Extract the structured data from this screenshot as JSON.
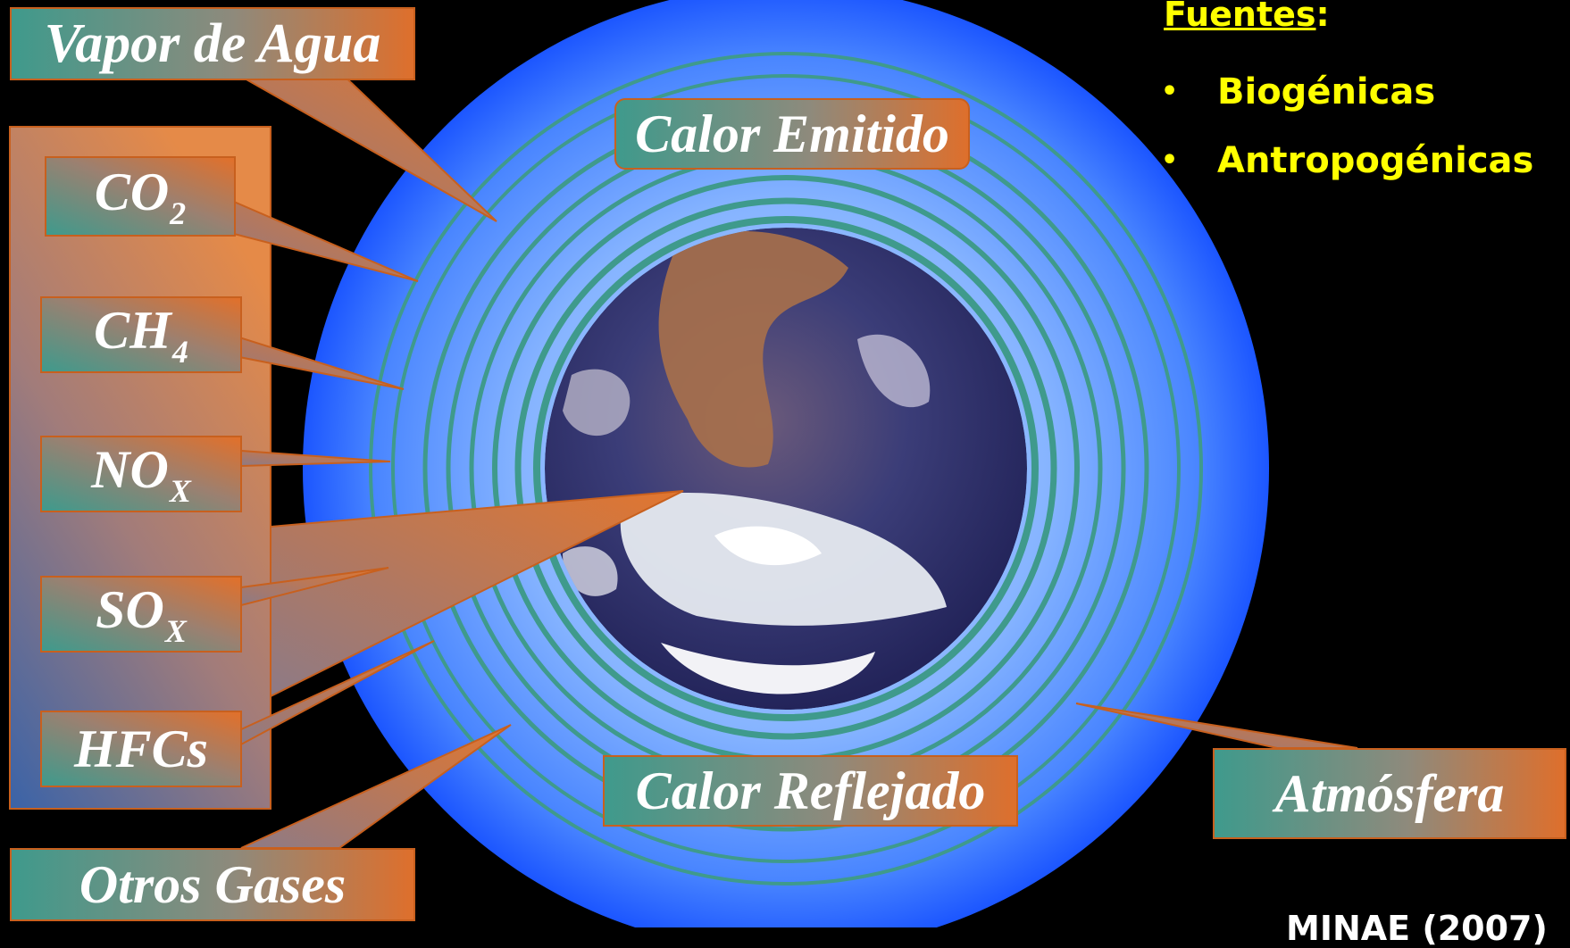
{
  "labels": {
    "vapor": "Vapor de Agua",
    "co2": {
      "base": "CO",
      "sub": "2"
    },
    "ch4": {
      "base": "CH",
      "sub": "4"
    },
    "nox": {
      "base": "NO",
      "sub": "X"
    },
    "sox": {
      "base": "SO",
      "sub": "X"
    },
    "hfcs": "HFCs",
    "otros": "Otros Gases",
    "calor_emitido": "Calor Emitido",
    "calor_reflejado": "Calor Reflejado",
    "atmosfera": "Atmósfera"
  },
  "sources": {
    "title": "Fuentes",
    "title_suffix": ":",
    "bullet": "•",
    "items": [
      "Biogénicas",
      "Antropogénicas"
    ]
  },
  "credit": "MINAE (2007)",
  "colors": {
    "background": "#000000",
    "atmosphere_outer": "#1c5cff",
    "atmosphere_inner": "#9cc4ff",
    "ring": "#3f9a8c",
    "callout_orange": "#e2702a",
    "callout_teal": "#3f9a8c",
    "source_text": "#ffff00"
  }
}
